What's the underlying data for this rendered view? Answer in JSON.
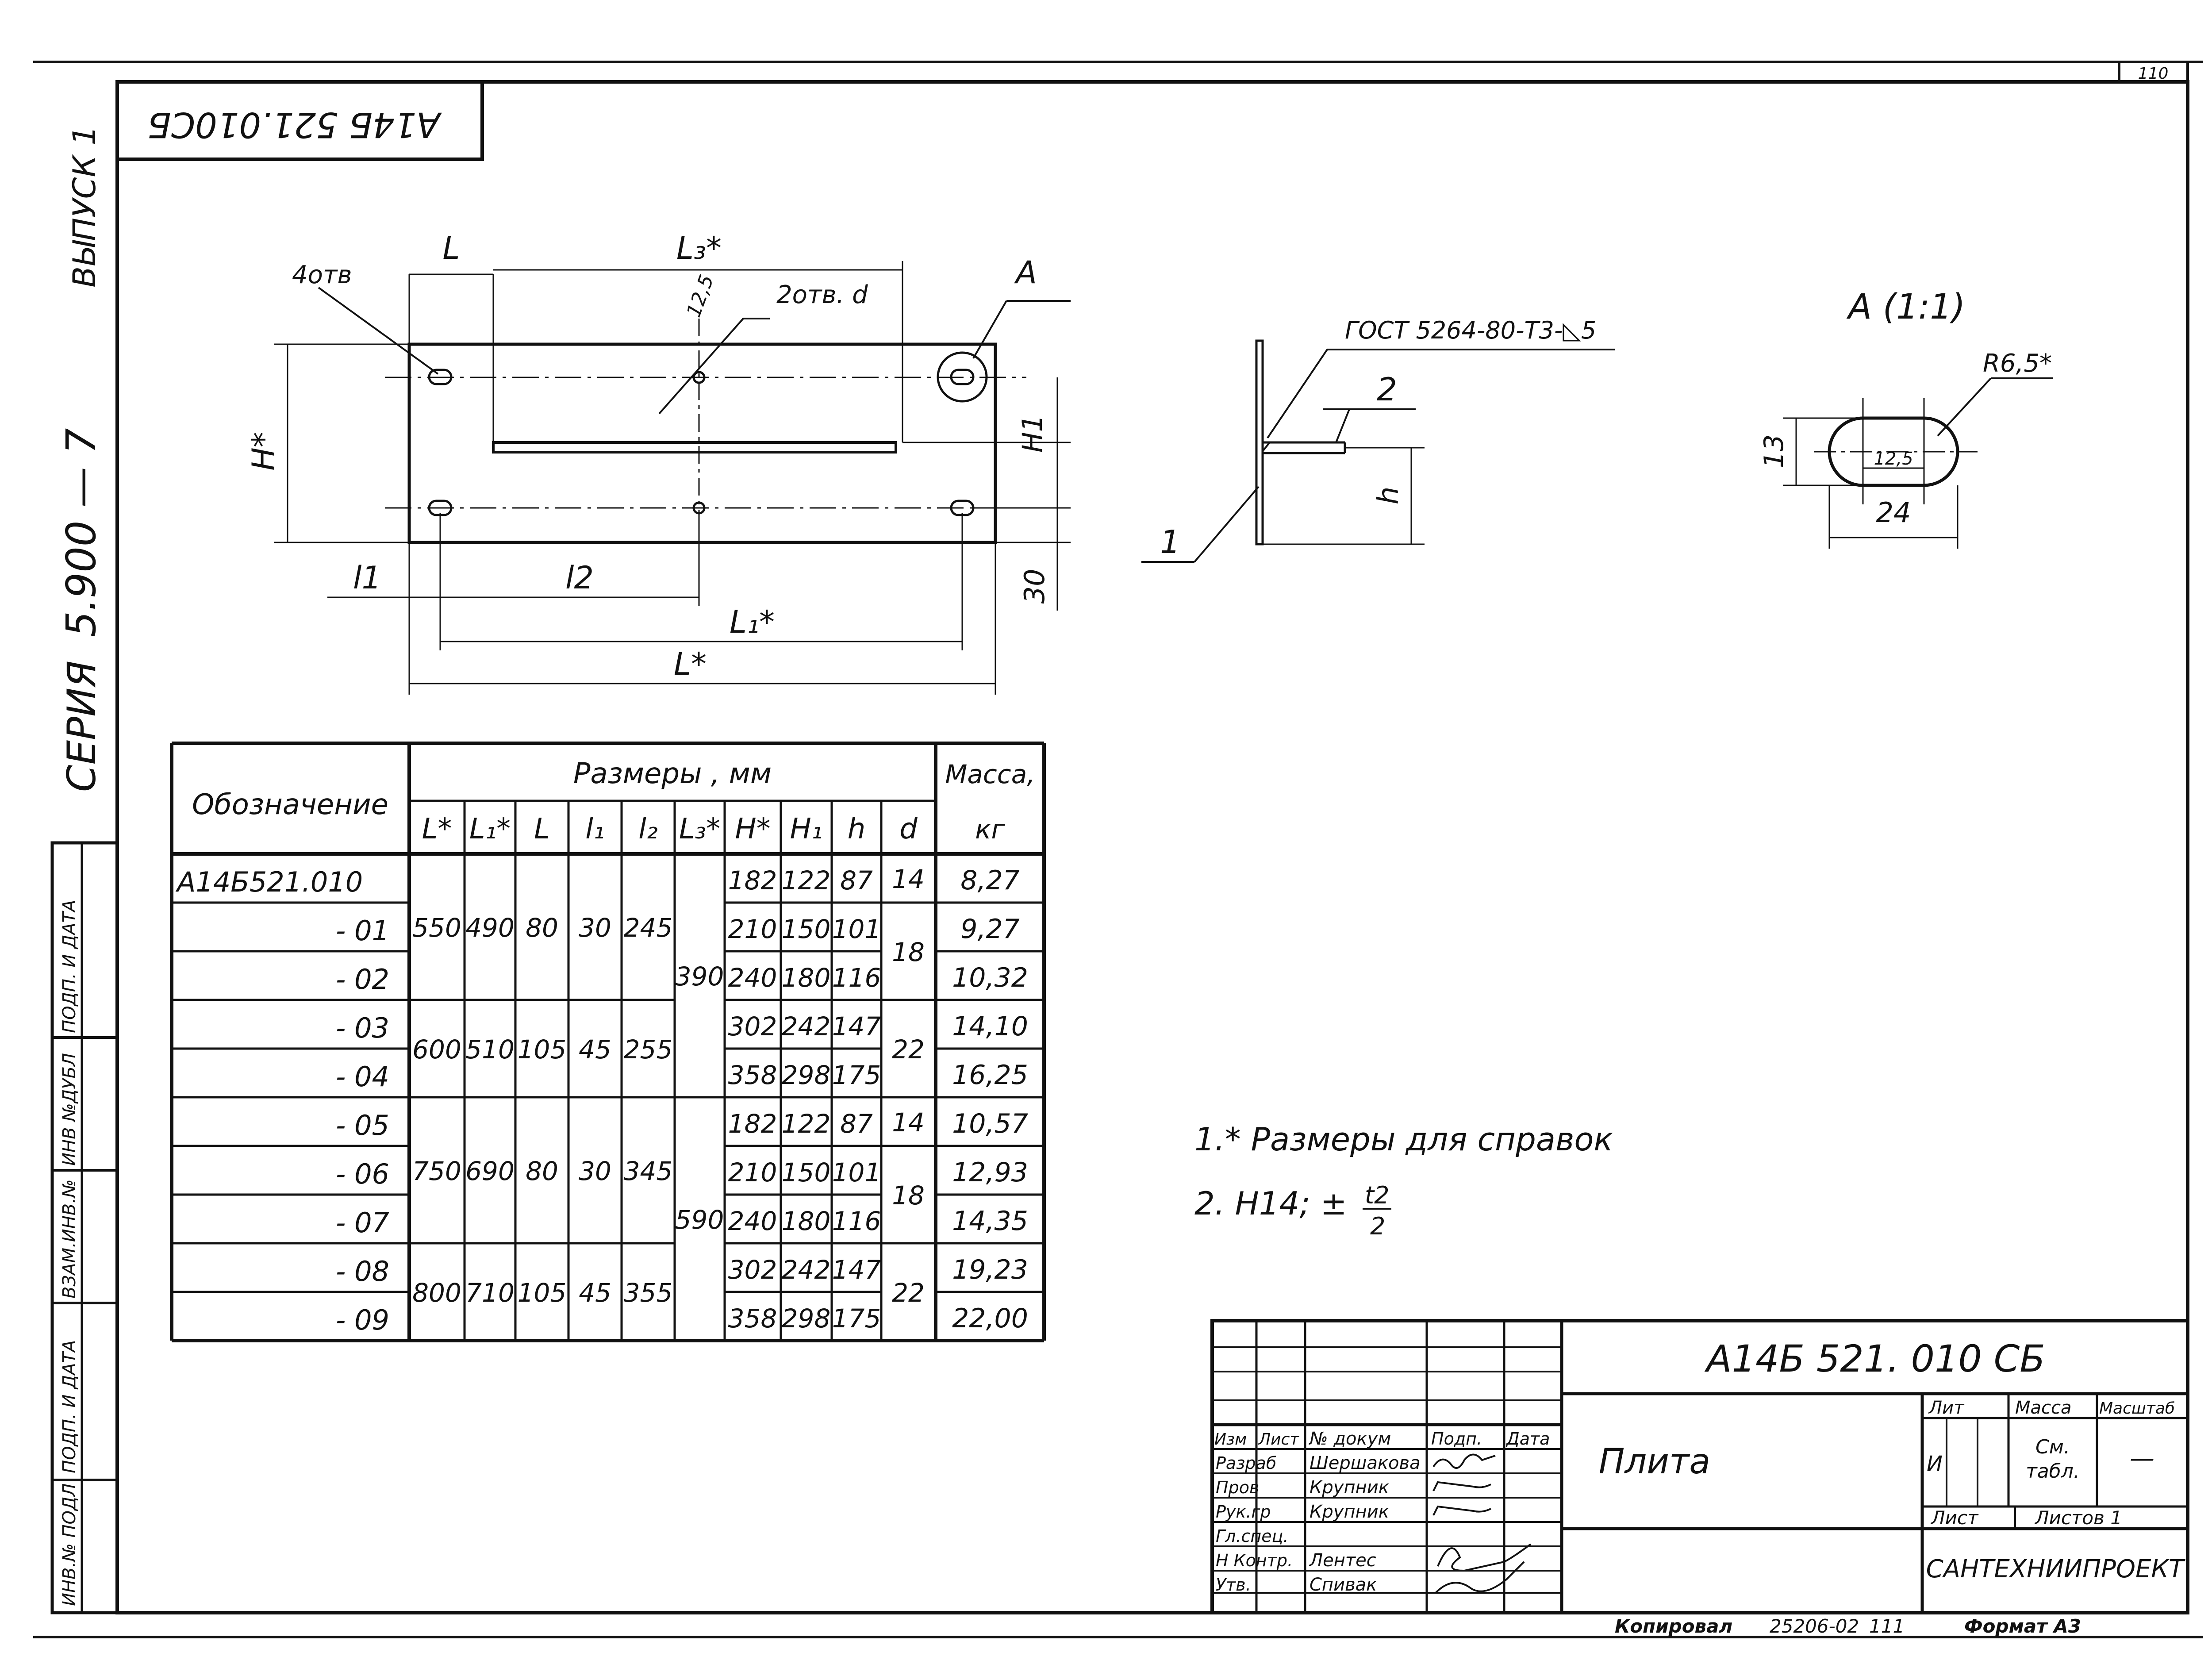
{
  "sheet": {
    "page_number": "110",
    "code_rotated": "А14Б 521.010СБ",
    "series_label": "СЕРИЯ",
    "series_number": "5.900 — 7",
    "issue": "ВЫПУСК 1"
  },
  "side_stamp": {
    "cells": [
      "ИНВ.№ ПОДЛ",
      "ПОДП. И ДАТА",
      "ВЗАМ.ИНВ.№",
      "ИНВ №ДУБЛ",
      "ПОДП. И ДАТА"
    ]
  },
  "drawing_plate": {
    "holes4": "4отв",
    "holes2": "2отв. d",
    "dim_12_5": "12,5",
    "L": "L",
    "L3": "L₃*",
    "A": "А",
    "H": "Н*",
    "H1": "Н1",
    "d30": "30",
    "l1": "l1",
    "l2": "l2",
    "L1": "L₁*",
    "Lstar": "L*"
  },
  "drawing_section": {
    "gost": "ГОСТ 5264-80-Т3-◺5",
    "pos1": "1",
    "pos2": "2",
    "h": "h"
  },
  "drawing_detail": {
    "title": "А (1:1)",
    "radius": "R6,5*",
    "width": "24",
    "height": "13",
    "inner": "12,5"
  },
  "table": {
    "head_designation": "Обозначение",
    "head_sizes": "Размеры , мм",
    "head_mass": "Масса,",
    "head_mass_unit": "кг",
    "col_labels": [
      "L*",
      "L₁*",
      "L",
      "l₁",
      "l₂",
      "L₃*",
      "H*",
      "H₁",
      "h",
      "d"
    ],
    "designations": [
      "А14Б521.010",
      "- 01",
      "- 02",
      "- 03",
      "- 04",
      "- 05",
      "- 06",
      "- 07",
      "- 08",
      "- 09"
    ],
    "group_L": [
      "550",
      "600",
      "750",
      "800"
    ],
    "group_L1": [
      "490",
      "510",
      "690",
      "710"
    ],
    "group_Lsmall": [
      "80",
      "105",
      "80",
      "105"
    ],
    "group_l1": [
      "30",
      "45",
      "30",
      "45"
    ],
    "group_l2": [
      "245",
      "255",
      "345",
      "355"
    ],
    "group_L3": [
      "390",
      "590"
    ],
    "H": [
      "182",
      "210",
      "240",
      "302",
      "358",
      "182",
      "210",
      "240",
      "302",
      "358"
    ],
    "H1": [
      "122",
      "150",
      "180",
      "242",
      "298",
      "122",
      "150",
      "180",
      "242",
      "298"
    ],
    "h": [
      "87",
      "101",
      "116",
      "147",
      "175",
      "87",
      "101",
      "116",
      "147",
      "175"
    ],
    "d_values": [
      "14",
      "18",
      "22",
      "14",
      "18",
      "22"
    ],
    "mass": [
      "8,27",
      "9,27",
      "10,32",
      "14,10",
      "16,25",
      "10,57",
      "12,93",
      "14,35",
      "19,23",
      "22,00"
    ]
  },
  "notes": {
    "note1": "1.* Размеры для справок",
    "note2_prefix": "2. Н14; ±",
    "note2_num": "t2",
    "note2_den": "2"
  },
  "title_block": {
    "doc_code": "А14Б 521. 010 СБ",
    "part_name": "Плита",
    "col_izm": "Изм",
    "col_list": "Лист",
    "col_docnum": "№ докум",
    "col_sign": "Подп.",
    "col_date": "Дата",
    "roles": [
      "Разраб",
      "Пров",
      "Рук.гр",
      "Гл.спец.",
      "Н Контр.",
      "Утв."
    ],
    "names": [
      "Шершакова",
      "Крупник",
      "Крупник",
      "",
      "Лентес",
      "Спивак"
    ],
    "lit_label": "Лит",
    "mass_label": "Масса",
    "scale_label": "Масштаб",
    "lit_value": "И",
    "mass_value_1": "См.",
    "mass_value_2": "табл.",
    "scale_value": "—",
    "sheet_label": "Лист",
    "sheets_label": "Листов 1",
    "org": "САНТЕХНИИПРОЕКТ"
  },
  "footer": {
    "copied": "Копировал",
    "copy_code": "25206-02",
    "copy_sheet": "111",
    "format": "Формат А3"
  }
}
